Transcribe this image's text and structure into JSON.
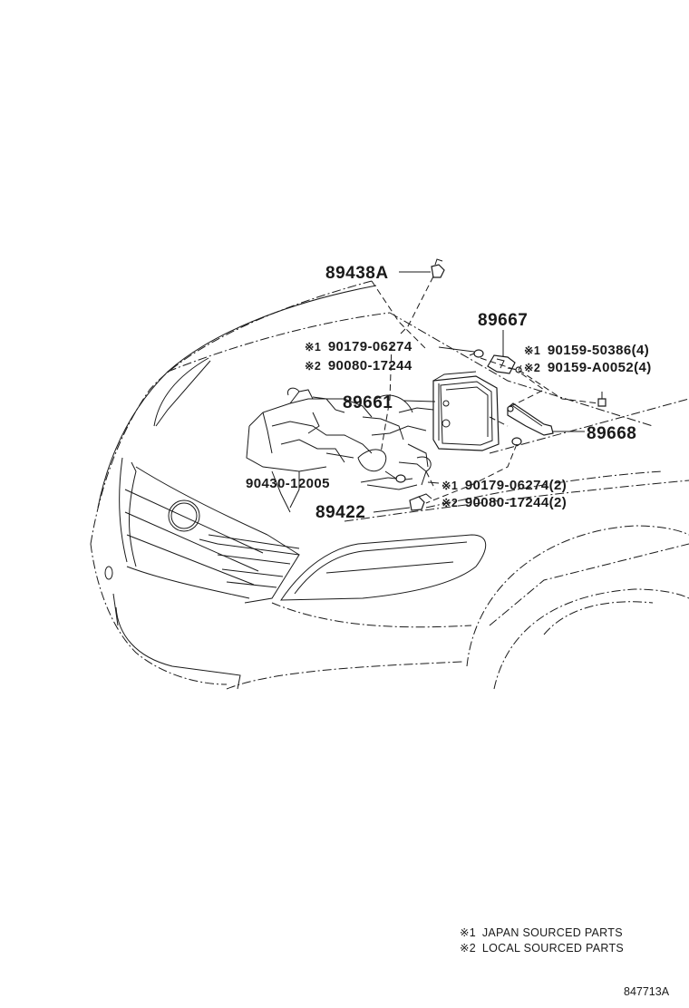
{
  "parts": {
    "horn_clip": "89438A",
    "bracket_top": "89667",
    "ecu": "89661",
    "bracket_side": "89668",
    "nut": "90430-12005",
    "sensor": "89422"
  },
  "fasteners": {
    "left_upper_1": {
      "mark": "※1",
      "number": "90179-06274"
    },
    "left_upper_2": {
      "mark": "※2",
      "number": "90080-17244"
    },
    "right_upper_1": {
      "mark": "※1",
      "number": "90159-50386(4)"
    },
    "right_upper_2": {
      "mark": "※2",
      "number": "90159-A0052(4)"
    },
    "lower_1": {
      "mark": "※1",
      "number": "90179-06274(2)"
    },
    "lower_2": {
      "mark": "※2",
      "number": "90080-17244(2)"
    }
  },
  "legend": [
    {
      "mark": "※1",
      "text": "JAPAN SOURCED PARTS"
    },
    {
      "mark": "※2",
      "text": "LOCAL SOURCED PARTS"
    }
  ],
  "reference_code": "847713A"
}
